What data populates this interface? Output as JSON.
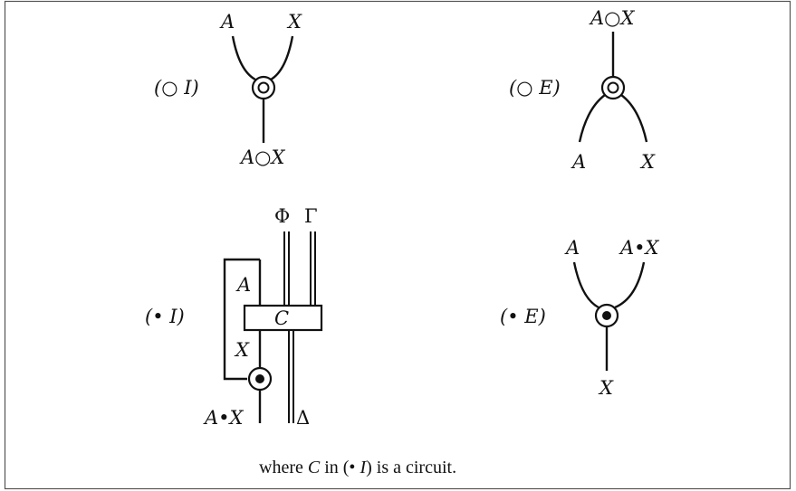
{
  "rules": {
    "circ_intro": {
      "name": "(○ I)",
      "inputs": [
        "A",
        "X"
      ],
      "output": "A○X"
    },
    "circ_elim": {
      "name": "(○ E)",
      "input": "A○X",
      "outputs": [
        "A",
        "X"
      ]
    },
    "bullet_intro": {
      "name": "(• I)",
      "top_inputs": [
        "Φ",
        "Γ"
      ],
      "box_label": "C",
      "wire_labels": [
        "A",
        "X"
      ],
      "output": "A•X",
      "side_output": "Δ"
    },
    "bullet_elim": {
      "name": "(• E)",
      "inputs": [
        "A",
        "A•X"
      ],
      "output": "X"
    }
  },
  "caption": {
    "pre": "where ",
    "c": "C",
    "mid": " in (",
    "bullet": "•",
    "i": "I",
    "post": ") is a circuit."
  }
}
